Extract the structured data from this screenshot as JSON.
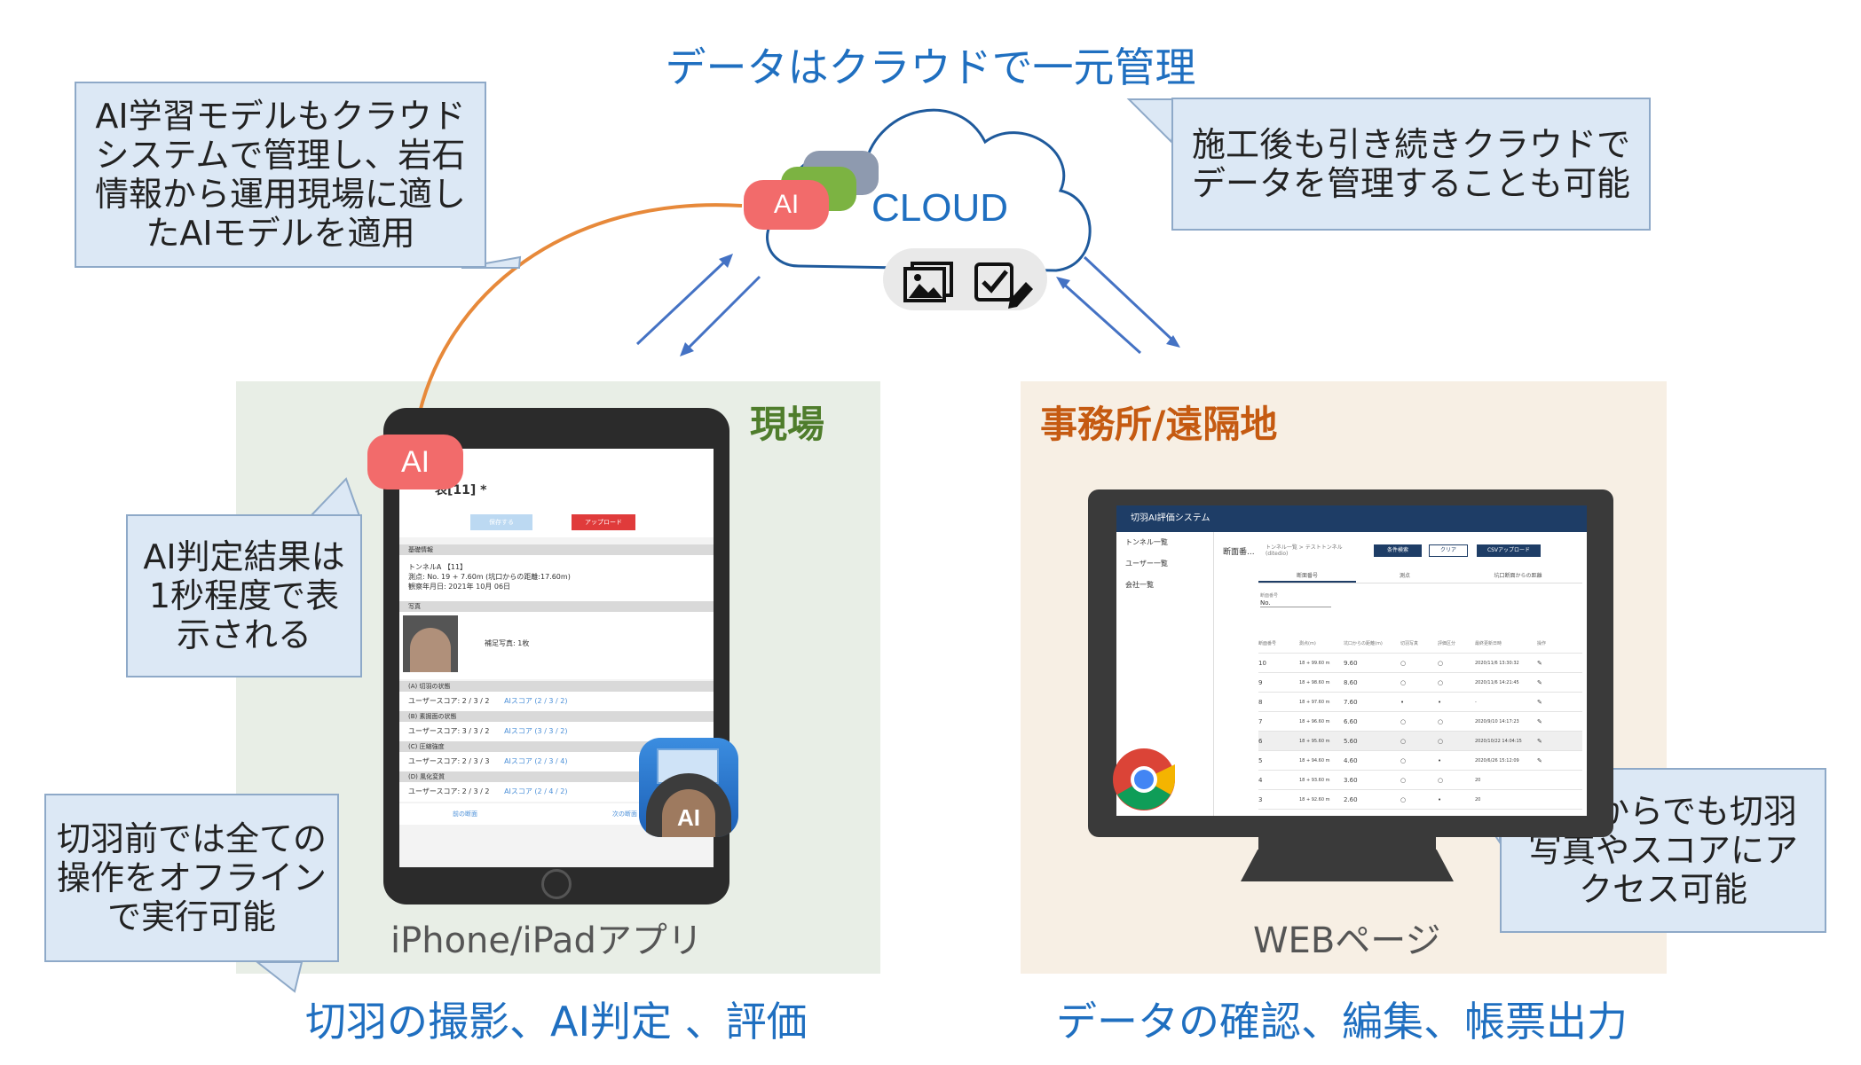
{
  "title": "データはクラウドで一元管理",
  "cloud": {
    "label": "CLOUD",
    "ai_label": "AI",
    "icons": [
      "image-gallery-icon",
      "checklist-edit-icon"
    ]
  },
  "callouts": {
    "ai_model": [
      "AI学習モデルもクラウド",
      "システムで管理し、岩石",
      "情報から運用現場に適し",
      "たAIモデルを適用"
    ],
    "after_construction": [
      "施工後も引き続きクラウドで",
      "データを管理することも可能"
    ],
    "ai_result": [
      "AI判定結果は",
      "1秒程度で表",
      "示される"
    ],
    "offline": [
      "切羽前では全ての",
      "操作をオフライン",
      "で実行可能"
    ],
    "anywhere": [
      "どこからでも切羽",
      "写真やスコアにア",
      "クセス可能"
    ]
  },
  "site": {
    "label": "現場",
    "device_caption": "iPhone/iPadアプリ",
    "bottom_caption": "切羽の撮影、AI判定 、評価",
    "ai_badge": "AI",
    "app_icon_label": "AI",
    "app": {
      "title": "表[11] *",
      "buttons": {
        "save": "保存する",
        "upload": "アップロード"
      },
      "sections": [
        {
          "head": "基礎情報",
          "lines": [
            "トンネルA 【11】",
            "測点: No. 19 + 7.60m (坑口からの距離:17.60m)",
            "観察年月日: 2021年 10月 06日"
          ]
        },
        {
          "head": "写真",
          "lines": [
            "補足写真: 1枚"
          ]
        },
        {
          "head": "(A) 切羽の状態",
          "lines": [
            "ユーザースコア: 2 / 3 / 2"
          ],
          "ai": "AIスコア (2 / 3 / 2)"
        },
        {
          "head": "(B) 素掘面の状態",
          "lines": [
            "ユーザースコア: 3 / 3 / 2"
          ],
          "ai": "AIスコア (3 / 3 / 2)"
        },
        {
          "head": "(C) 圧縮強度",
          "lines": [
            "ユーザースコア: 2 / 3 / 3"
          ],
          "ai": "AIスコア (2 / 3 / 4)"
        },
        {
          "head": "(D) 風化変質",
          "lines": [
            "ユーザースコア: 2 / 3 / 2"
          ],
          "ai": "AIスコア (2 / 4 / 2)"
        }
      ],
      "footer": {
        "prev": "前の断面",
        "next": "次の断面"
      }
    }
  },
  "office": {
    "label": "事務所/遠隔地",
    "device_caption": "WEBページ",
    "bottom_caption": "データの確認、編集、帳票出力",
    "web": {
      "app_title": "切羽AI評価システム",
      "nav": [
        "トンネル一覧",
        "ユーザー一覧",
        "会社一覧"
      ],
      "page_title": "断面番...",
      "breadcrumb": "トンネル一覧 > テストトンネル (ditedio)",
      "buttons": {
        "search": "条件検索",
        "clear": "クリア",
        "csv": "CSVアップロード"
      },
      "tabs": [
        "断面番号",
        "測点",
        "坑口断面からの距離"
      ],
      "filter_label": "断面番号",
      "filter_value": "No.",
      "columns": [
        "断面番号",
        "測点(m)",
        "坑口からの距離(m)",
        "切羽写真",
        "評価区分",
        "最終更新日時",
        "操作"
      ],
      "rows": [
        [
          "10",
          "18 + 99.60 m",
          "9.60",
          "○",
          "○",
          "2020/11/6 13:30:32"
        ],
        [
          "9",
          "18 + 98.60 m",
          "8.60",
          "○",
          "○",
          "2020/11/6 14:21:45"
        ],
        [
          "8",
          "18 + 97.60 m",
          "7.60",
          "•",
          "•",
          "-"
        ],
        [
          "7",
          "18 + 96.60 m",
          "6.60",
          "○",
          "○",
          "2020/9/10 14:17:23"
        ],
        [
          "6",
          "18 + 95.60 m",
          "5.60",
          "○",
          "○",
          "2020/10/22 14:04:15"
        ],
        [
          "5",
          "18 + 94.60 m",
          "4.60",
          "○",
          "•",
          "2020/6/26 15:12:09"
        ],
        [
          "4",
          "18 + 93.60 m",
          "3.60",
          "○",
          "○",
          "20"
        ],
        [
          "3",
          "18 + 92.60 m",
          "2.60",
          "○",
          "•",
          "20"
        ]
      ]
    }
  },
  "colors": {
    "accent_blue": "#1f6fc0",
    "site_green": "#4f7d2c",
    "office_orange": "#c55a11",
    "ai_red": "#f26b6b",
    "arrow_orange": "#e7893a"
  }
}
